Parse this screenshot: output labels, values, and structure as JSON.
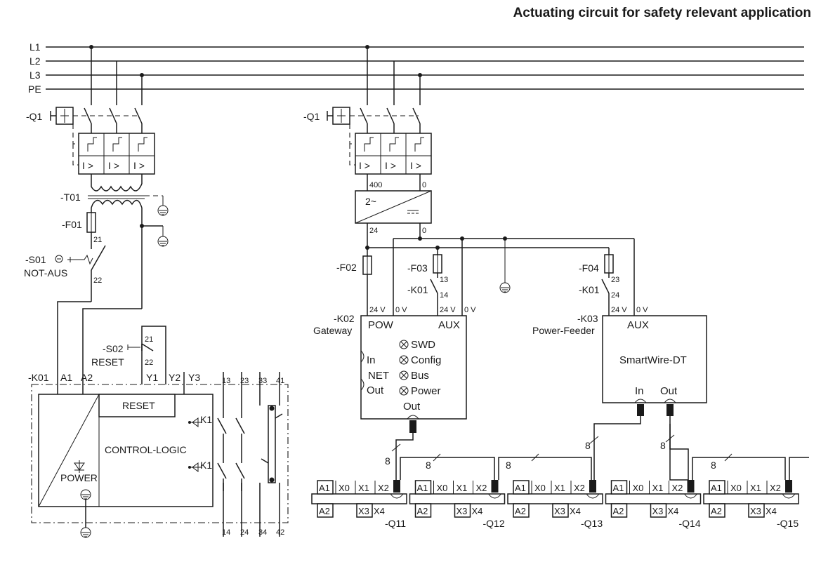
{
  "title": "Actuating circuit for safety relevant application",
  "bus": {
    "l1": "L1",
    "l2": "L2",
    "l3": "L3",
    "pe": "PE"
  },
  "left": {
    "q1": "-Q1",
    "ovl": "I >",
    "t01": "-T01",
    "f01": "-F01",
    "s01": "-S01",
    "notaus": "NOT-AUS",
    "s01_t1": "21",
    "s01_t2": "22",
    "s02": "-S02",
    "reset_label": "RESET",
    "s02_t1": "21",
    "s02_t2": "22",
    "k01": "-K01",
    "term_a1": "A1",
    "term_a2": "A2",
    "term_y1": "Y1",
    "term_y2": "Y2",
    "term_y3": "Y3",
    "reset_block": "RESET",
    "control_logic": "CONTROL-LOGIC",
    "power": "POWER",
    "k1a": "K1",
    "k1b": "K1",
    "c13": "13",
    "c23": "23",
    "c33": "33",
    "c41": "41",
    "c14": "14",
    "c24": "24",
    "c34": "34",
    "c42": "42"
  },
  "right": {
    "q1": "-Q1",
    "ovl": "I >",
    "psu_in": "400",
    "psu_in0": "0",
    "psu_ac": "2~",
    "psu_out": "24",
    "psu_out0": "0",
    "f02": "-F02",
    "f03": "-F03",
    "f03_t": "13",
    "k01a": "-K01",
    "k01a_t": "14",
    "f04": "-F04",
    "f04_t": "23",
    "k01b": "-K01",
    "k01b_t": "24",
    "k02": "-K02",
    "gateway": "Gateway",
    "pow": "POW",
    "aux": "AUX",
    "v24a": "24 V",
    "v0a": "0 V",
    "v24b": "24 V",
    "v0b": "0 V",
    "in": "In",
    "net": "NET",
    "out": "Out",
    "swd": "SWD",
    "config": "Config",
    "busled": "Bus",
    "powerled": "Power",
    "gw_out": "Out",
    "k03": "-K03",
    "power_feeder": "Power-Feeder",
    "k03_aux": "AUX",
    "v24c": "24 V",
    "v0c": "0 V",
    "smartwire": "SmartWire-DT",
    "k03_in": "In",
    "k03_out": "Out",
    "cable": "8"
  },
  "modules": [
    {
      "name": "-Q11",
      "a1": "A1",
      "x0": "X0",
      "x1": "X1",
      "x2": "X2",
      "a2": "A2",
      "x3": "X3",
      "x4": "X4"
    },
    {
      "name": "-Q12",
      "a1": "A1",
      "x0": "X0",
      "x1": "X1",
      "x2": "X2",
      "a2": "A2",
      "x3": "X3",
      "x4": "X4"
    },
    {
      "name": "-Q13",
      "a1": "A1",
      "x0": "X0",
      "x1": "X1",
      "x2": "X2",
      "a2": "A2",
      "x3": "X3",
      "x4": "X4"
    },
    {
      "name": "-Q14",
      "a1": "A1",
      "x0": "X0",
      "x1": "X1",
      "x2": "X2",
      "a2": "A2",
      "x3": "X3",
      "x4": "X4"
    },
    {
      "name": "-Q15",
      "a1": "A1",
      "x0": "X0",
      "x1": "X1",
      "x2": "X2",
      "a2": "A2",
      "x3": "X3",
      "x4": "X4"
    }
  ]
}
